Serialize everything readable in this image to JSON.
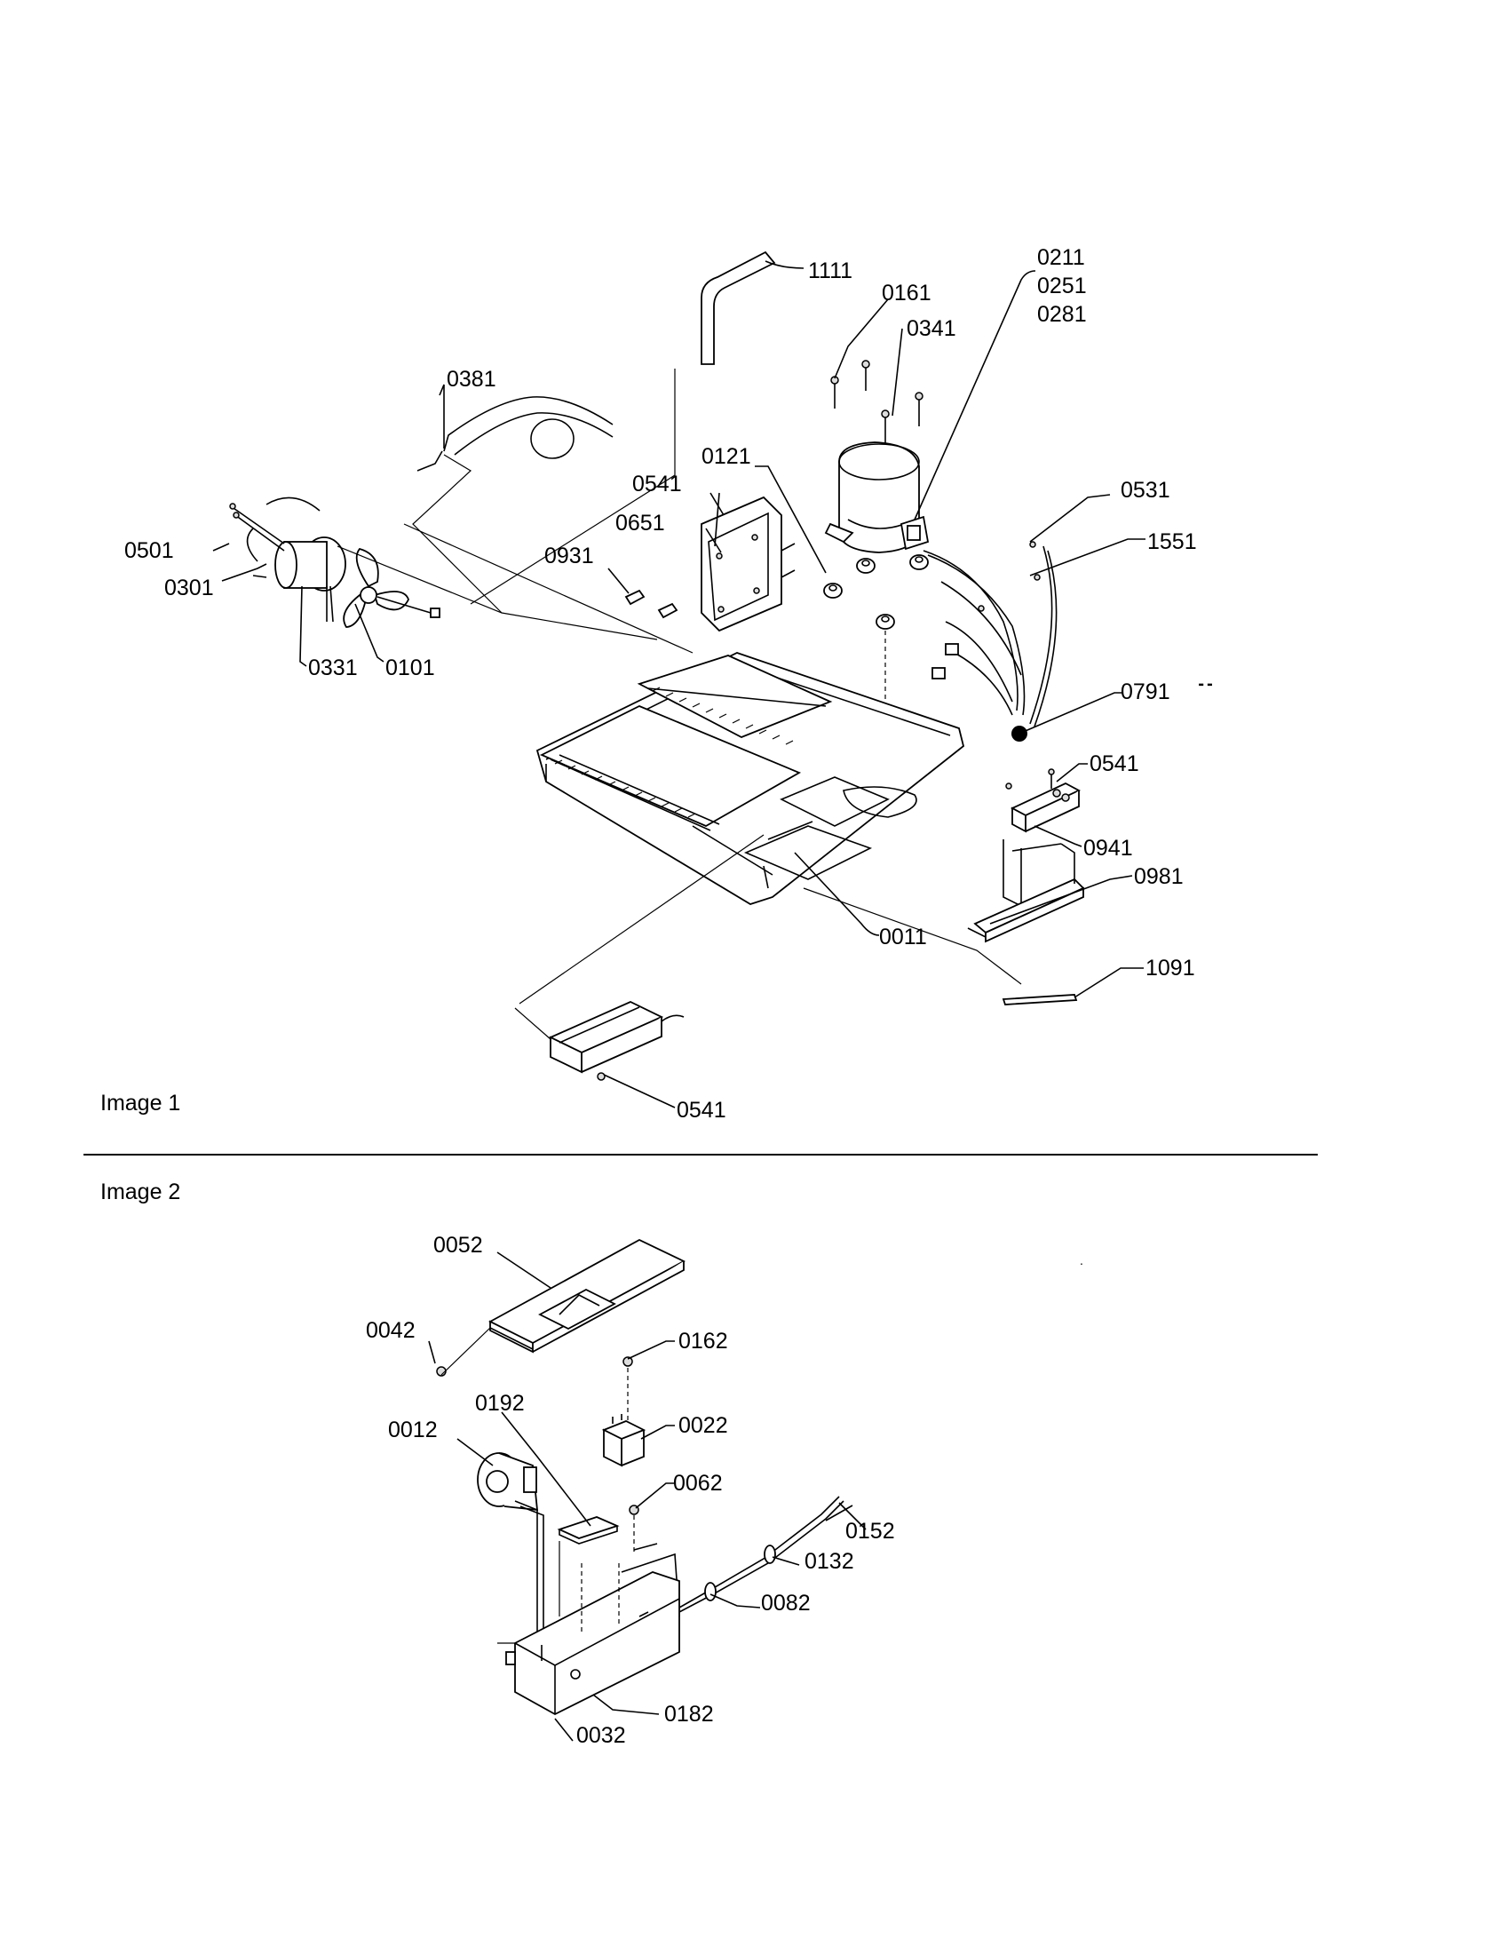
{
  "image1": {
    "caption": "Image 1",
    "labels": [
      "1111",
      "0161",
      "0211",
      "0251",
      "0281",
      "0341",
      "0381",
      "0121",
      "0541",
      "0651",
      "0531",
      "0501",
      "0931",
      "1551",
      "0301",
      "0331",
      "0101",
      "0791",
      "0541",
      "0941",
      "0981",
      "0011",
      "1091",
      "0541"
    ]
  },
  "image2": {
    "caption": "Image 2",
    "labels": [
      "0052",
      "0042",
      "0162",
      "0192",
      "0022",
      "0012",
      "0062",
      "0152",
      "0132",
      "0082",
      "0182",
      "0032"
    ]
  }
}
